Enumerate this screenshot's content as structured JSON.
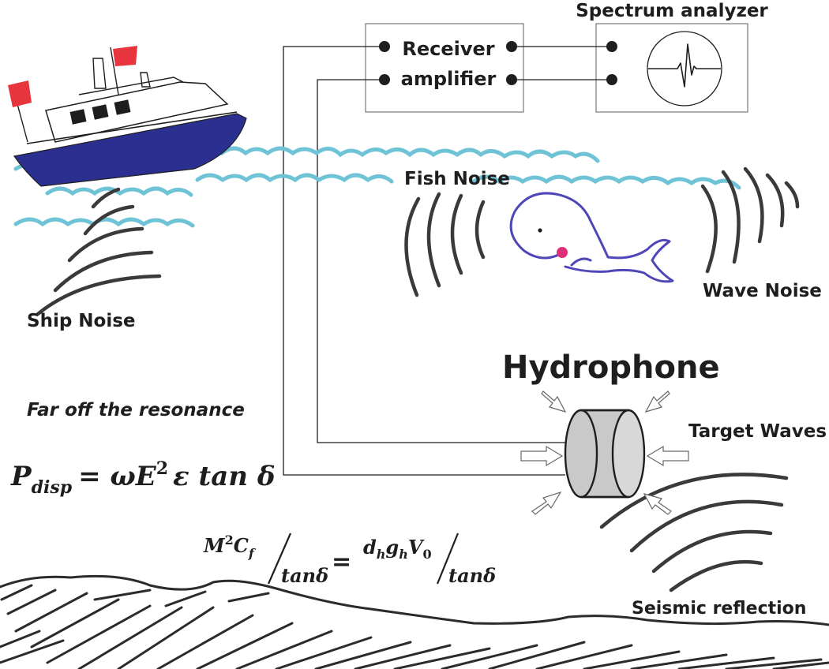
{
  "labels": {
    "spectrum_analyzer": "Spectrum analyzer",
    "receiver": "Receiver",
    "amplifier": "amplifier",
    "fish_noise": "Fish Noise",
    "wave_noise": "Wave Noise",
    "ship_noise": "Ship Noise",
    "hydrophone": "Hydrophone",
    "target_waves": "Target Waves",
    "seismic_reflection": "Seismic reflection",
    "far_off_resonance": "Far off the resonance"
  },
  "equations": {
    "power": {
      "P": "P",
      "P_sub": "disp",
      "rhs_1": "= ωE",
      "rhs_sup": "2",
      "rhs_2": "ε tan δ"
    },
    "figure_of_merit": {
      "M": "M",
      "M_sup": "2",
      "C": "C",
      "C_sub": "f",
      "den_left": "tanδ",
      "equals": "=",
      "d": "d",
      "d_sub": "h",
      "g": "g",
      "g_sub": "h",
      "V": "V",
      "V_sub": "0",
      "den_right": "tanδ"
    }
  },
  "colors": {
    "ink": "#1e1e1e",
    "water": "#6ec3d6",
    "hull": "#2b2f8f",
    "flag": "#e8343c",
    "fish_outline": "#4f46b8",
    "fish_mouth": "#e0307a",
    "hydrophone_fill": "#c9c9c9"
  },
  "icons": [
    "ship-icon",
    "fish-icon",
    "hydrophone-icon",
    "oscilloscope-icon"
  ]
}
